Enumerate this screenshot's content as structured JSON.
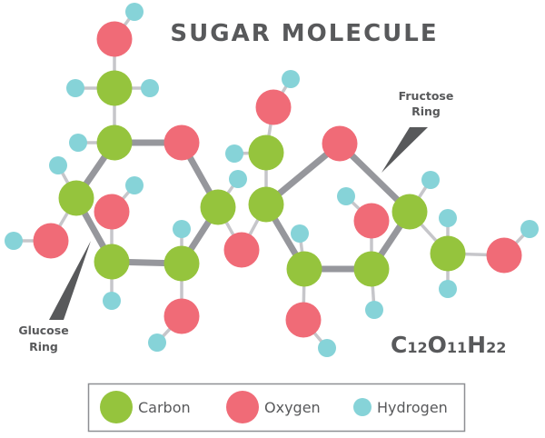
{
  "title": "SUGAR MOLECULE",
  "labels": {
    "glucose_line1": "Glucose",
    "glucose_line2": "Ring",
    "fructose_line1": "Fructose",
    "fructose_line2": "Ring"
  },
  "formula": {
    "c": "C",
    "c_n": "12",
    "o": "O",
    "o_n": "11",
    "h": "H",
    "h_n": "22"
  },
  "legend": [
    {
      "label": "Carbon",
      "color": "#95c43d"
    },
    {
      "label": "Oxygen",
      "color": "#f06b77"
    },
    {
      "label": "Hydrogen",
      "color": "#86d3d8"
    }
  ],
  "colors": {
    "carbon": "#95c43d",
    "oxygen": "#f06b77",
    "hydrogen": "#86d3d8",
    "ring_bond": "#96979c",
    "bond": "#c6c6ca",
    "text": "#58595b"
  }
}
